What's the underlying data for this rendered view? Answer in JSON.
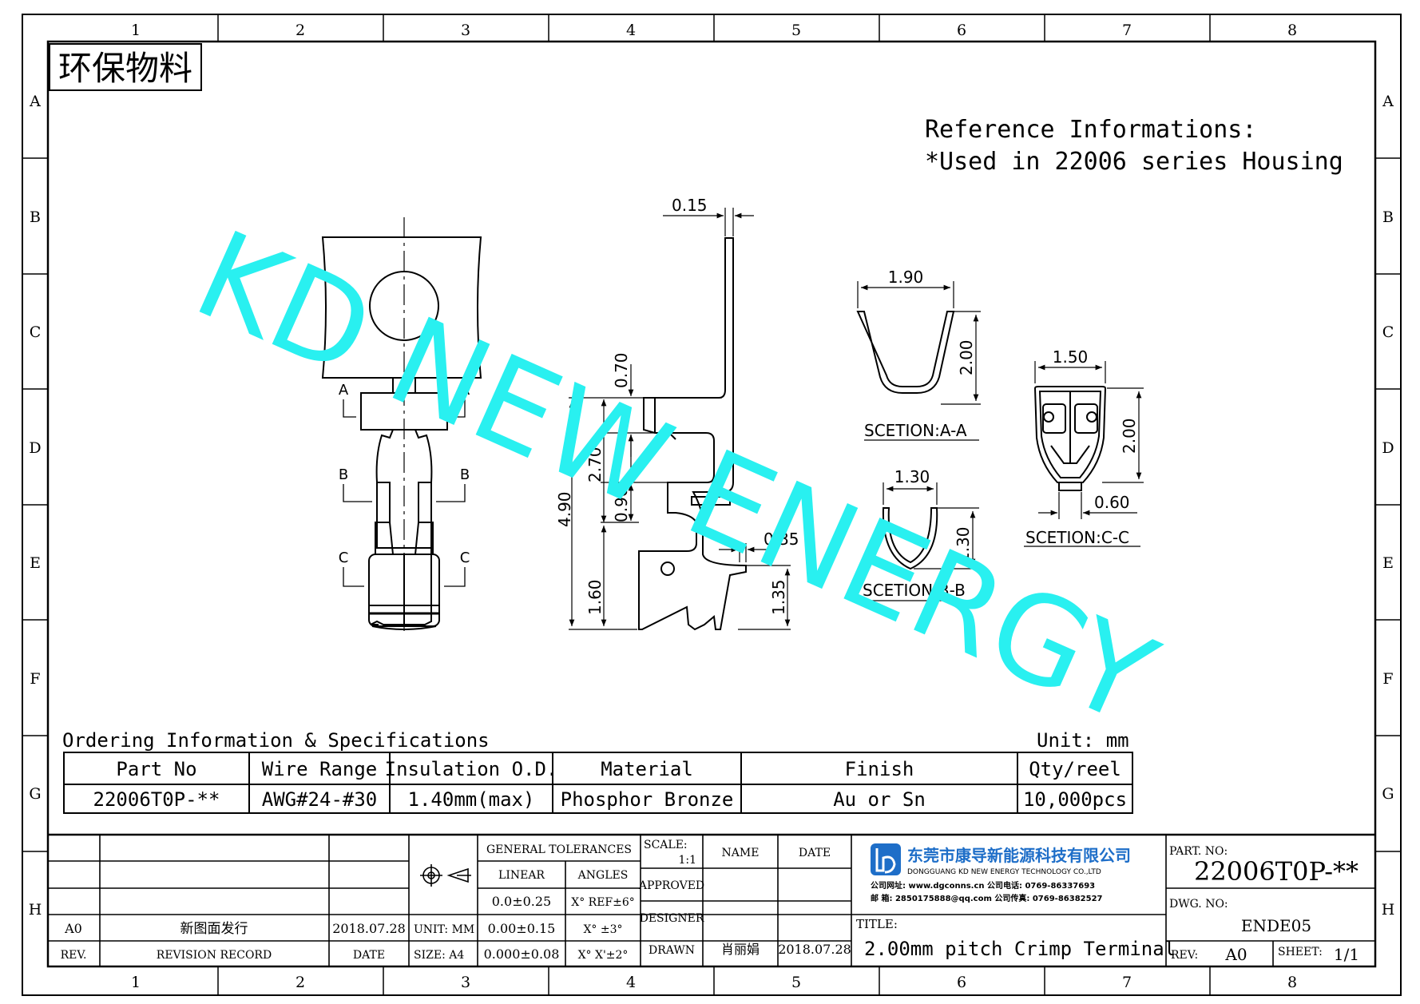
{
  "stamp": "环保物料",
  "watermark": "KD NEW ENERGY",
  "grid": {
    "columns": [
      "1",
      "2",
      "3",
      "4",
      "5",
      "6",
      "7",
      "8"
    ],
    "rows": [
      "A",
      "B",
      "C",
      "D",
      "E",
      "F",
      "G",
      "H"
    ]
  },
  "reference": {
    "line1": "Reference Informations:",
    "line2": "*Used in 22006 series Housing"
  },
  "dimensions": {
    "d015": "0.15",
    "d070": "0.70",
    "d270": "2.70",
    "d090": "0.90",
    "d490": "4.90",
    "d160": "1.60",
    "d035": "0.35",
    "d135": "1.35",
    "a_width": "1.90",
    "a_height": "2.00",
    "b_width": "1.30",
    "b_height": "1.30",
    "c_width": "1.50",
    "c_height": "2.00",
    "c_bottom": "0.60"
  },
  "section_labels": {
    "a": "A",
    "b": "B",
    "c": "C"
  },
  "sections": {
    "aa": "SCETION:A-A",
    "bb": "SCETION:B-B",
    "cc": "SCETION:C-C"
  },
  "ordering": {
    "title": "Ordering Information & Specifications",
    "unit": "Unit: mm",
    "headers": [
      "Part No",
      "Wire Range",
      "Insulation O.D.",
      "Material",
      "Finish",
      "Qty/reel"
    ],
    "row": [
      "22006T0P-**",
      "AWG#24-#30",
      "1.40mm(max)",
      "Phosphor Bronze",
      "Au or Sn",
      "10,000pcs"
    ]
  },
  "title_block": {
    "rev_rows": [
      {
        "rev": "A0",
        "record": "新图面发行",
        "date": "2018.07.28"
      }
    ],
    "rev_header": {
      "rev": "REV.",
      "record": "REVISION RECORD",
      "date": "DATE"
    },
    "unit": "UNIT: MM",
    "size": "SIZE: A4",
    "tolerance_title": "GENERAL TOLERANCES",
    "linear": "LINEAR",
    "angles": "ANGLES",
    "tol_rows": [
      {
        "linear": "0.0±0.25",
        "angle": "X° REF±6°"
      },
      {
        "linear": "0.00±0.15",
        "angle": "X° ±3°"
      },
      {
        "linear": "0.000±0.08",
        "angle": "X° X'±2°"
      }
    ],
    "scale_label": "SCALE:",
    "scale_value": "1:1",
    "name_label": "NAME",
    "date_label": "DATE",
    "approved": "APPROVED",
    "designer": "DESIGNER",
    "drawn": "DRAWN",
    "drawn_name": "肖丽娟",
    "drawn_date": "2018.07.28",
    "company_cn": "东莞市康导新能源科技有限公司",
    "company_en": "DONGGUANG KD NEW ENERGY TECHNOLOGY CO.,LTD",
    "contact1": "公司网址: www.dgconns.cn    公司电话: 0769-86337693",
    "contact2": "邮    箱: 2850175888@qq.com   公司传真: 0769-86382527",
    "title_label": "TITLE:",
    "title_value": "2.00mm pitch Crimp Terminal",
    "part_no_label": "PART. NO:",
    "part_no": "22006T0P-**",
    "dwg_no_label": "DWG. NO:",
    "dwg_no": "ENDE05",
    "rev_label": "REV:",
    "rev_value": "A0",
    "sheet_label": "SHEET:",
    "sheet_value": "1/1"
  },
  "colors": {
    "watermark": "#29f0f0",
    "line": "#000000",
    "logo": "#1e6ec8"
  }
}
